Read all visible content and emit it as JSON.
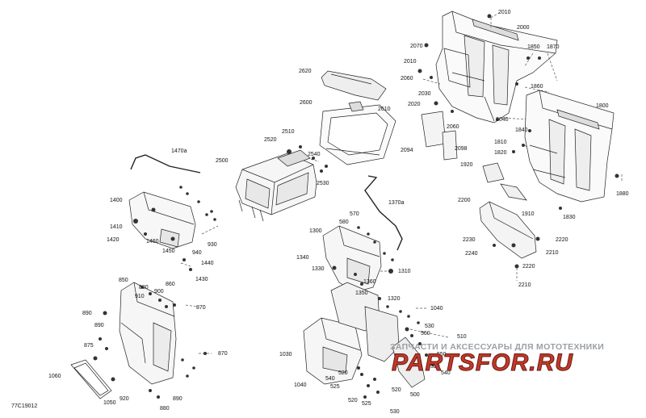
{
  "diagram_code": "77C19012",
  "watermark": {
    "tagline": "ЗАПЧАСТИ И АКСЕССУАРЫ ДЛЯ МОТОТЕХНИКИ",
    "logo_text": "PARTSFOR.RU"
  },
  "callouts": [
    {
      "id": "c2010a",
      "text": "2010"
    },
    {
      "id": "c2000",
      "text": "2000"
    },
    {
      "id": "c2070",
      "text": "2070"
    },
    {
      "id": "c1850",
      "text": "1850"
    },
    {
      "id": "c1870",
      "text": "1870"
    },
    {
      "id": "c2010b",
      "text": "2010"
    },
    {
      "id": "c2060a",
      "text": "2060"
    },
    {
      "id": "c2620",
      "text": "2620"
    },
    {
      "id": "c1860",
      "text": "1860"
    },
    {
      "id": "c1800",
      "text": "1800"
    },
    {
      "id": "c2030",
      "text": "2030"
    },
    {
      "id": "c2020",
      "text": "2020"
    },
    {
      "id": "c2040",
      "text": "2040"
    },
    {
      "id": "c2600",
      "text": "2600"
    },
    {
      "id": "c2610",
      "text": "2610"
    },
    {
      "id": "c2060b",
      "text": "2060"
    },
    {
      "id": "c1840",
      "text": "1840"
    },
    {
      "id": "c2510",
      "text": "2510"
    },
    {
      "id": "c2520",
      "text": "2520"
    },
    {
      "id": "c2094",
      "text": "2094"
    },
    {
      "id": "c2098",
      "text": "2098"
    },
    {
      "id": "c1810",
      "text": "1810"
    },
    {
      "id": "c1820",
      "text": "1820"
    },
    {
      "id": "c2540",
      "text": "2540"
    },
    {
      "id": "c1470a",
      "text": "1470a"
    },
    {
      "id": "c2500",
      "text": "2500"
    },
    {
      "id": "c2530",
      "text": "2530"
    },
    {
      "id": "c1920",
      "text": "1920"
    },
    {
      "id": "c1880",
      "text": "1880"
    },
    {
      "id": "c1370a",
      "text": "1370a"
    },
    {
      "id": "c1400",
      "text": "1400"
    },
    {
      "id": "c2200",
      "text": "2200"
    },
    {
      "id": "c1910",
      "text": "1910"
    },
    {
      "id": "c1830",
      "text": "1830"
    },
    {
      "id": "c580",
      "text": "580"
    },
    {
      "id": "c570",
      "text": "570"
    },
    {
      "id": "c1410",
      "text": "1410"
    },
    {
      "id": "c1420",
      "text": "1420"
    },
    {
      "id": "c1460",
      "text": "1460"
    },
    {
      "id": "c930",
      "text": "930"
    },
    {
      "id": "c1300",
      "text": "1300"
    },
    {
      "id": "c940",
      "text": "940"
    },
    {
      "id": "c1450",
      "text": "1450"
    },
    {
      "id": "c2230",
      "text": "2230"
    },
    {
      "id": "c2220a",
      "text": "2220"
    },
    {
      "id": "c2240",
      "text": "2240"
    },
    {
      "id": "c2210a",
      "text": "2210"
    },
    {
      "id": "c1440",
      "text": "1440"
    },
    {
      "id": "c1340",
      "text": "1340"
    },
    {
      "id": "c1330",
      "text": "1330"
    },
    {
      "id": "c1310",
      "text": "1310"
    },
    {
      "id": "c2220b",
      "text": "2220"
    },
    {
      "id": "c1430",
      "text": "1430"
    },
    {
      "id": "c850",
      "text": "850"
    },
    {
      "id": "c1360",
      "text": "1360"
    },
    {
      "id": "c2210b",
      "text": "2210"
    },
    {
      "id": "c880a",
      "text": "880"
    },
    {
      "id": "c860",
      "text": "860"
    },
    {
      "id": "c900",
      "text": "900"
    },
    {
      "id": "c1350",
      "text": "1350"
    },
    {
      "id": "c910",
      "text": "910"
    },
    {
      "id": "c1320",
      "text": "1320"
    },
    {
      "id": "c870a",
      "text": "870"
    },
    {
      "id": "c1040",
      "text": "1040"
    },
    {
      "id": "c890a",
      "text": "890"
    },
    {
      "id": "c890b",
      "text": "890"
    },
    {
      "id": "c510",
      "text": "510"
    },
    {
      "id": "c530a",
      "text": "530"
    },
    {
      "id": "c560",
      "text": "560"
    },
    {
      "id": "c875",
      "text": "875"
    },
    {
      "id": "c870b",
      "text": "870"
    },
    {
      "id": "c550",
      "text": "550"
    },
    {
      "id": "c1030",
      "text": "1030"
    },
    {
      "id": "c520a",
      "text": "520"
    },
    {
      "id": "c540a",
      "text": "540"
    },
    {
      "id": "c1060",
      "text": "1060"
    },
    {
      "id": "c540b",
      "text": "540"
    },
    {
      "id": "c520b",
      "text": "520"
    },
    {
      "id": "c1040b",
      "text": "1040"
    },
    {
      "id": "c525a",
      "text": "525"
    },
    {
      "id": "c520c",
      "text": "520"
    },
    {
      "id": "c500",
      "text": "500"
    },
    {
      "id": "c920",
      "text": "920"
    },
    {
      "id": "c890c",
      "text": "890"
    },
    {
      "id": "c1050",
      "text": "1050"
    },
    {
      "id": "c520d",
      "text": "520"
    },
    {
      "id": "c525b",
      "text": "525"
    },
    {
      "id": "c880b",
      "text": "880"
    },
    {
      "id": "c530b",
      "text": "530"
    }
  ]
}
